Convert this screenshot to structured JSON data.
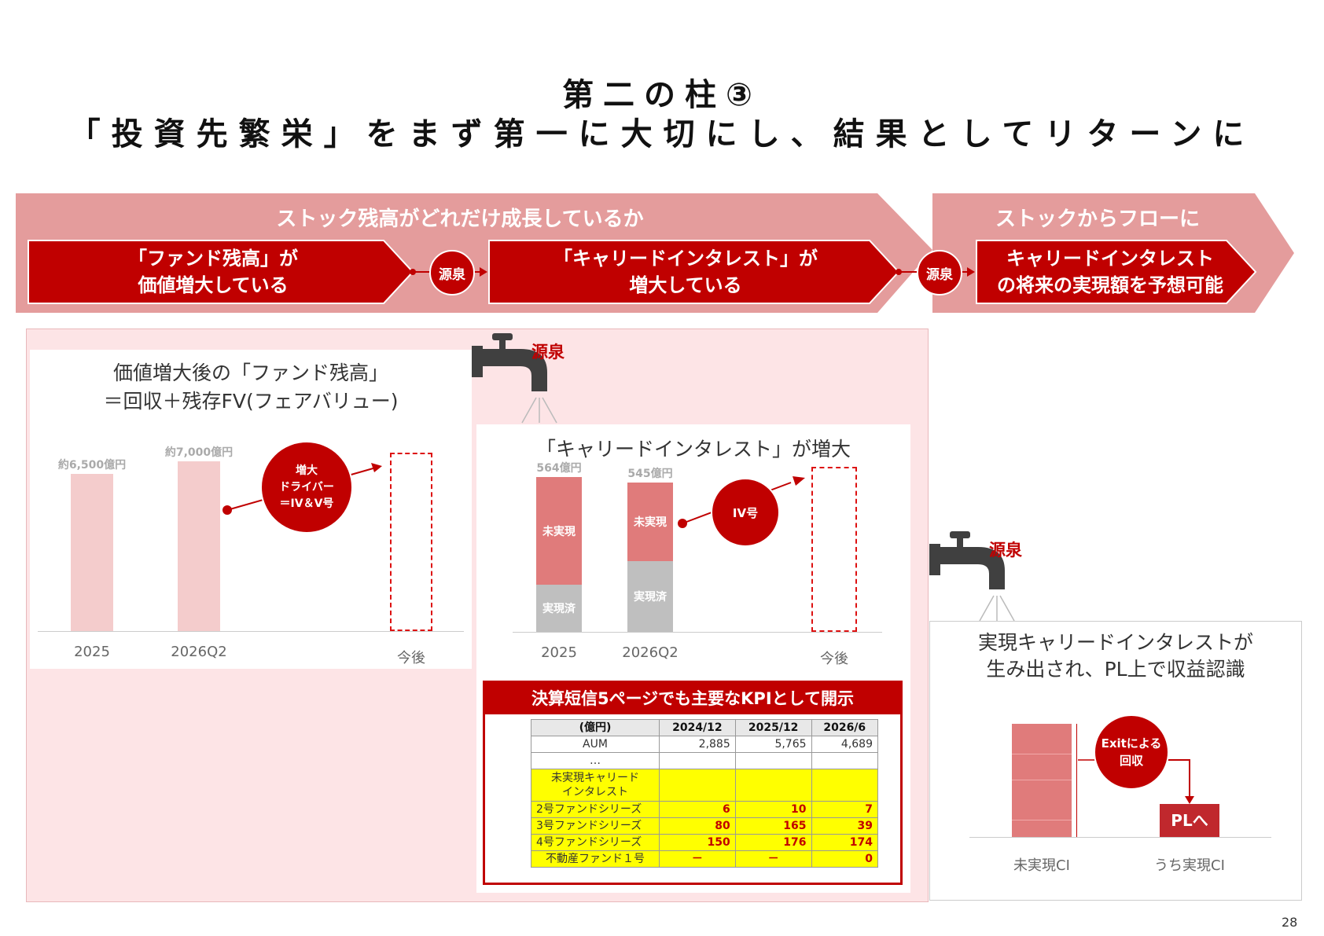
{
  "header": {
    "title_line1": "第二の柱③",
    "title_line2": "「投資先繁栄」をまず第一に大切にし、結果としてリターンに"
  },
  "banner": {
    "left_heading": "ストック残高がどれだけ成長しているか",
    "right_heading": "ストックからフローに",
    "step1_line1": "「ファンド残高」が",
    "step1_line2": "価値増大している",
    "step2_line1": "「キャリードインタレスト」が",
    "step2_line2": "増大している",
    "step3_line1": "キャリードインタレスト",
    "step3_line2": "の将来の実現額を予想可能",
    "source_label": "源泉"
  },
  "faucet_labels": {
    "top": "源泉",
    "right": "源泉"
  },
  "fund_panel": {
    "title_line1": "価値増大後の「ファンド残高」",
    "title_line2": "＝回収＋残存FV(フェアバリュー)",
    "driver_line1": "増大",
    "driver_line2": "ドライバー",
    "driver_line3": "＝IV＆V号",
    "chart_data": {
      "type": "bar",
      "categories": [
        "2025",
        "2026Q2",
        "今後"
      ],
      "values": [
        6500,
        7000,
        null
      ],
      "value_labels": [
        "約6,500億円",
        "約7,000億円",
        ""
      ],
      "ylim": [
        0,
        7400
      ]
    }
  },
  "carry_panel": {
    "title": "「キャリードインタレスト」が増大",
    "driver": "IV号",
    "chart_data": {
      "type": "bar",
      "stacked": true,
      "categories": [
        "2025",
        "2026Q2",
        "今後"
      ],
      "totals": [
        564,
        545,
        null
      ],
      "total_labels": [
        "564億円",
        "545億円",
        ""
      ],
      "series": [
        {
          "name": "実現済",
          "values": [
            171,
            259,
            null
          ],
          "color": "#bfbfbf"
        },
        {
          "name": "未実現",
          "values": [
            393,
            286,
            null
          ],
          "color": "#e07b7b"
        }
      ],
      "ylim": [
        0,
        660
      ]
    }
  },
  "kpi": {
    "heading": "決算短信5ページでも主要なKPIとして開示",
    "columns": [
      "(億円)",
      "2024/12",
      "2025/12",
      "2026/6"
    ],
    "aum": {
      "label": "AUM",
      "values": [
        "2,885",
        "5,765",
        "4,689"
      ]
    },
    "ellipsis": "…",
    "unrealized_label_line1": "未実現キャリード",
    "unrealized_label_line2": "インタレスト",
    "rows": [
      {
        "label": "2号ファンドシリーズ",
        "values": [
          "6",
          "10",
          "7"
        ]
      },
      {
        "label": "3号ファンドシリーズ",
        "values": [
          "80",
          "165",
          "39"
        ]
      },
      {
        "label": "4号ファンドシリーズ",
        "values": [
          "150",
          "176",
          "174"
        ]
      },
      {
        "label": "不動産ファンド１号",
        "values": [
          "－",
          "－",
          "0"
        ]
      }
    ]
  },
  "realized_panel": {
    "title_line1": "実現キャリードインタレストが",
    "title_line2": "生み出され、PL上で収益認識",
    "exit_line1": "Exitによる",
    "exit_line2": "回収",
    "pl_label": "PLへ",
    "categories": [
      "未実現CI",
      "うち実現CI"
    ]
  },
  "page_number": "28",
  "colors": {
    "accent": "#c00000",
    "banner_bg": "#e49c9c",
    "panel_bg": "#fde4e6",
    "bar_pink": "#f4cccc"
  }
}
